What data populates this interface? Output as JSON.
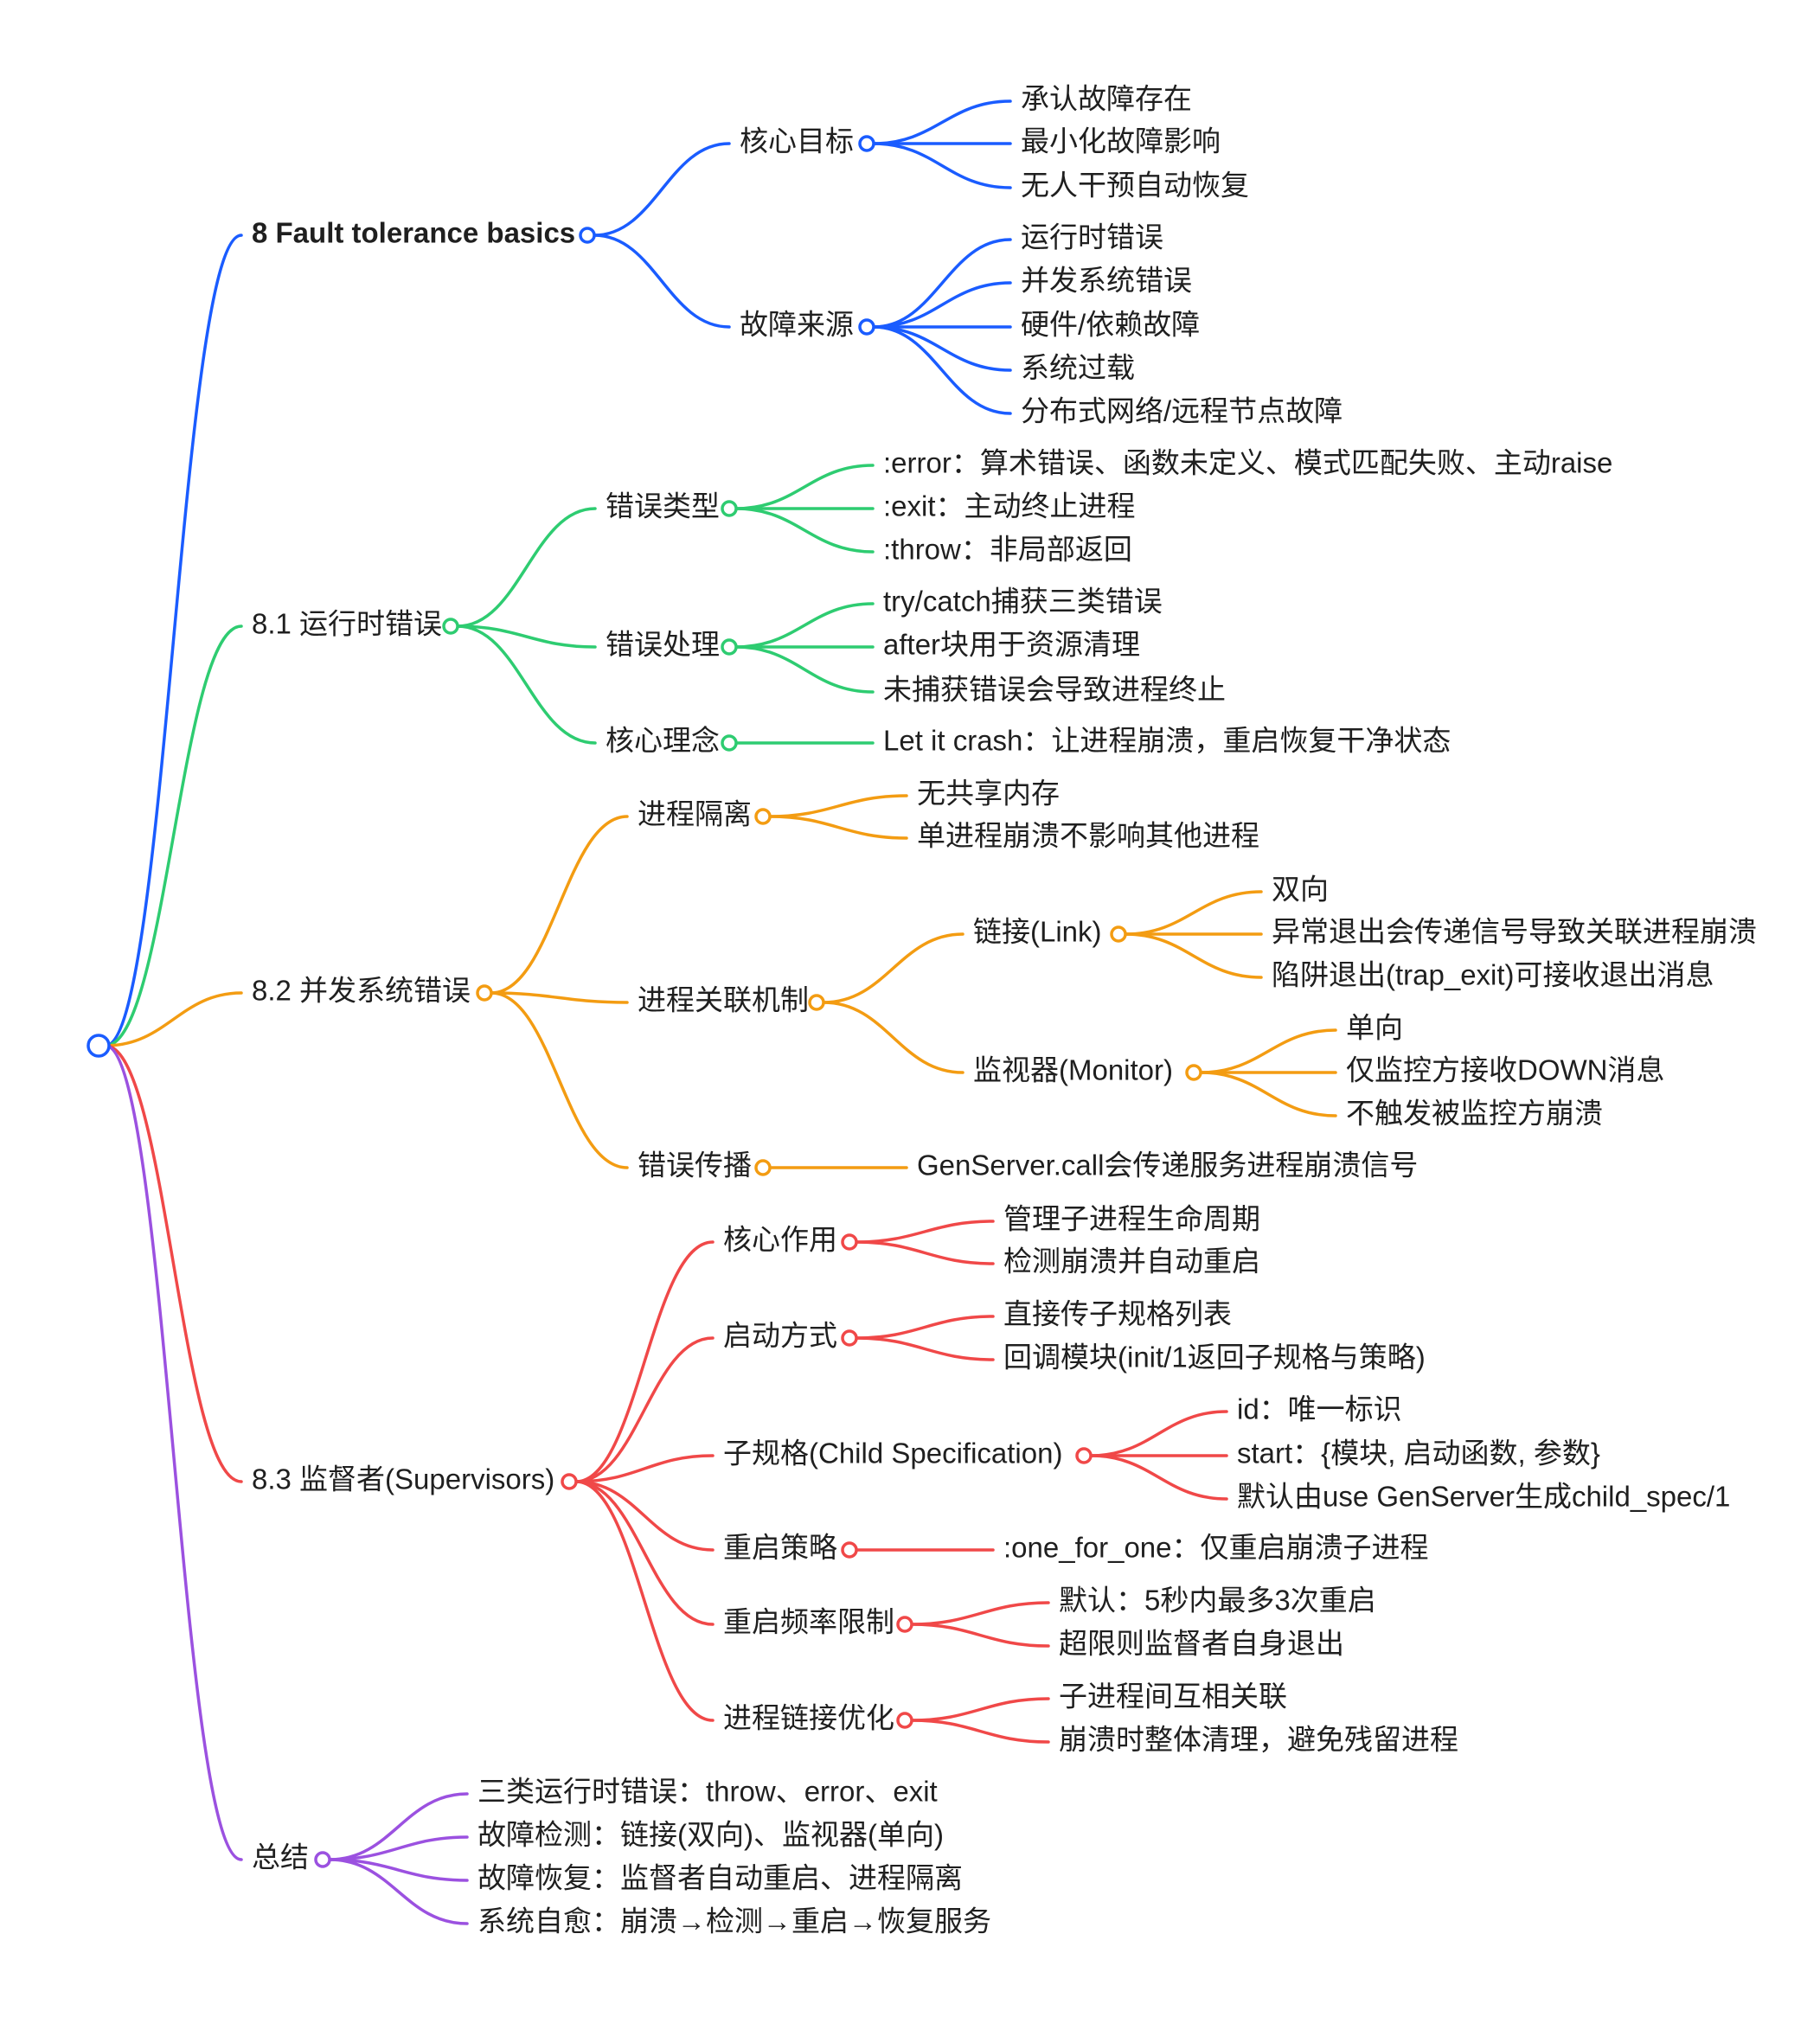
{
  "root": {
    "label": "",
    "color": "#1a5cff"
  },
  "branches": [
    {
      "label": "8 Fault tolerance basics",
      "color": "#1a5cff",
      "children": [
        {
          "label": "核心目标",
          "children": [
            {
              "label": "承认故障存在"
            },
            {
              "label": "最小化故障影响"
            },
            {
              "label": "无人干预自动恢复"
            }
          ]
        },
        {
          "label": "故障来源",
          "children": [
            {
              "label": "运行时错误"
            },
            {
              "label": "并发系统错误"
            },
            {
              "label": "硬件/依赖故障"
            },
            {
              "label": "系统过载"
            },
            {
              "label": "分布式网络/远程节点故障"
            }
          ]
        }
      ]
    },
    {
      "label": "8.1 运行时错误",
      "color": "#2ecc71",
      "children": [
        {
          "label": "错误类型",
          "children": [
            {
              "label": ":error：算术错误、函数未定义、模式匹配失败、主动raise"
            },
            {
              "label": ":exit：主动终止进程"
            },
            {
              "label": ":throw：非局部返回"
            }
          ]
        },
        {
          "label": "错误处理",
          "children": [
            {
              "label": "try/catch捕获三类错误"
            },
            {
              "label": "after块用于资源清理"
            },
            {
              "label": "未捕获错误会导致进程终止"
            }
          ]
        },
        {
          "label": "核心理念",
          "children": [
            {
              "label": "Let it crash：让进程崩溃，重启恢复干净状态"
            }
          ]
        }
      ]
    },
    {
      "label": "8.2 并发系统错误",
      "color": "#f39c12",
      "children": [
        {
          "label": "进程隔离",
          "children": [
            {
              "label": "无共享内存"
            },
            {
              "label": "单进程崩溃不影响其他进程"
            }
          ]
        },
        {
          "label": "进程关联机制",
          "children": [
            {
              "label": "链接(Link)",
              "children": [
                {
                  "label": "双向"
                },
                {
                  "label": "异常退出会传递信号导致关联进程崩溃"
                },
                {
                  "label": "陷阱退出(trap_exit)可接收退出消息"
                }
              ]
            },
            {
              "label": "监视器(Monitor)",
              "children": [
                {
                  "label": "单向"
                },
                {
                  "label": "仅监控方接收DOWN消息"
                },
                {
                  "label": "不触发被监控方崩溃"
                }
              ]
            }
          ]
        },
        {
          "label": "错误传播",
          "children": [
            {
              "label": "GenServer.call会传递服务进程崩溃信号"
            }
          ]
        }
      ]
    },
    {
      "label": "8.3 监督者(Supervisors)",
      "color": "#f04848",
      "children": [
        {
          "label": "核心作用",
          "children": [
            {
              "label": "管理子进程生命周期"
            },
            {
              "label": "检测崩溃并自动重启"
            }
          ]
        },
        {
          "label": "启动方式",
          "children": [
            {
              "label": "直接传子规格列表"
            },
            {
              "label": "回调模块(init/1返回子规格与策略)"
            }
          ]
        },
        {
          "label": "子规格(Child Specification)",
          "children": [
            {
              "label": "id：唯一标识"
            },
            {
              "label": "start：{模块, 启动函数, 参数}"
            },
            {
              "label": "默认由use GenServer生成child_spec/1"
            }
          ]
        },
        {
          "label": "重启策略",
          "children": [
            {
              "label": ":one_for_one：仅重启崩溃子进程"
            }
          ]
        },
        {
          "label": "重启频率限制",
          "children": [
            {
              "label": "默认：5秒内最多3次重启"
            },
            {
              "label": "超限则监督者自身退出"
            }
          ]
        },
        {
          "label": "进程链接优化",
          "children": [
            {
              "label": "子进程间互相关联"
            },
            {
              "label": "崩溃时整体清理，避免残留进程"
            }
          ]
        }
      ]
    },
    {
      "label": "总结",
      "color": "#9b51e0",
      "children": [
        {
          "label": "三类运行时错误：throw、error、exit"
        },
        {
          "label": "故障检测：链接(双向)、监视器(单向)"
        },
        {
          "label": "故障恢复：监督者自动重启、进程隔离"
        },
        {
          "label": "系统自愈：崩溃→检测→重启→恢复服务"
        }
      ]
    }
  ]
}
